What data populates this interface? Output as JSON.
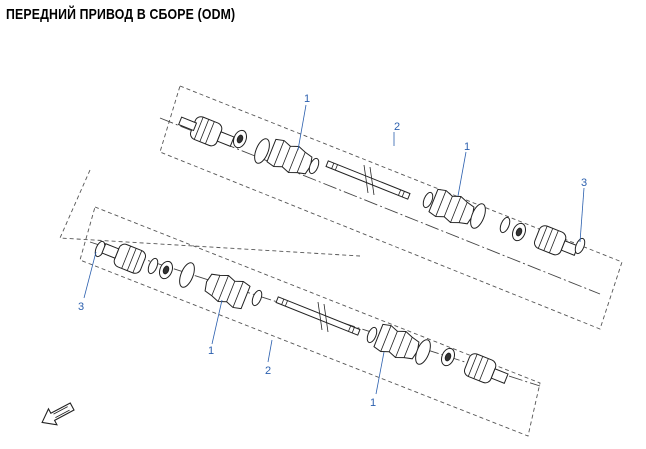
{
  "title": "ПЕРЕДНИЙ ПРИВОД В СБОРЕ (ODM)",
  "callouts": {
    "top_boot_left": "1",
    "top_shaft": "2",
    "top_boot_right": "1",
    "top_clip_right": "3",
    "bottom_clip_left": "3",
    "bottom_boot_left": "1",
    "bottom_shaft": "2",
    "bottom_boot_right": "1"
  },
  "colors": {
    "callout": "#2b5fae",
    "frame": "#555555",
    "line": "#222222"
  }
}
